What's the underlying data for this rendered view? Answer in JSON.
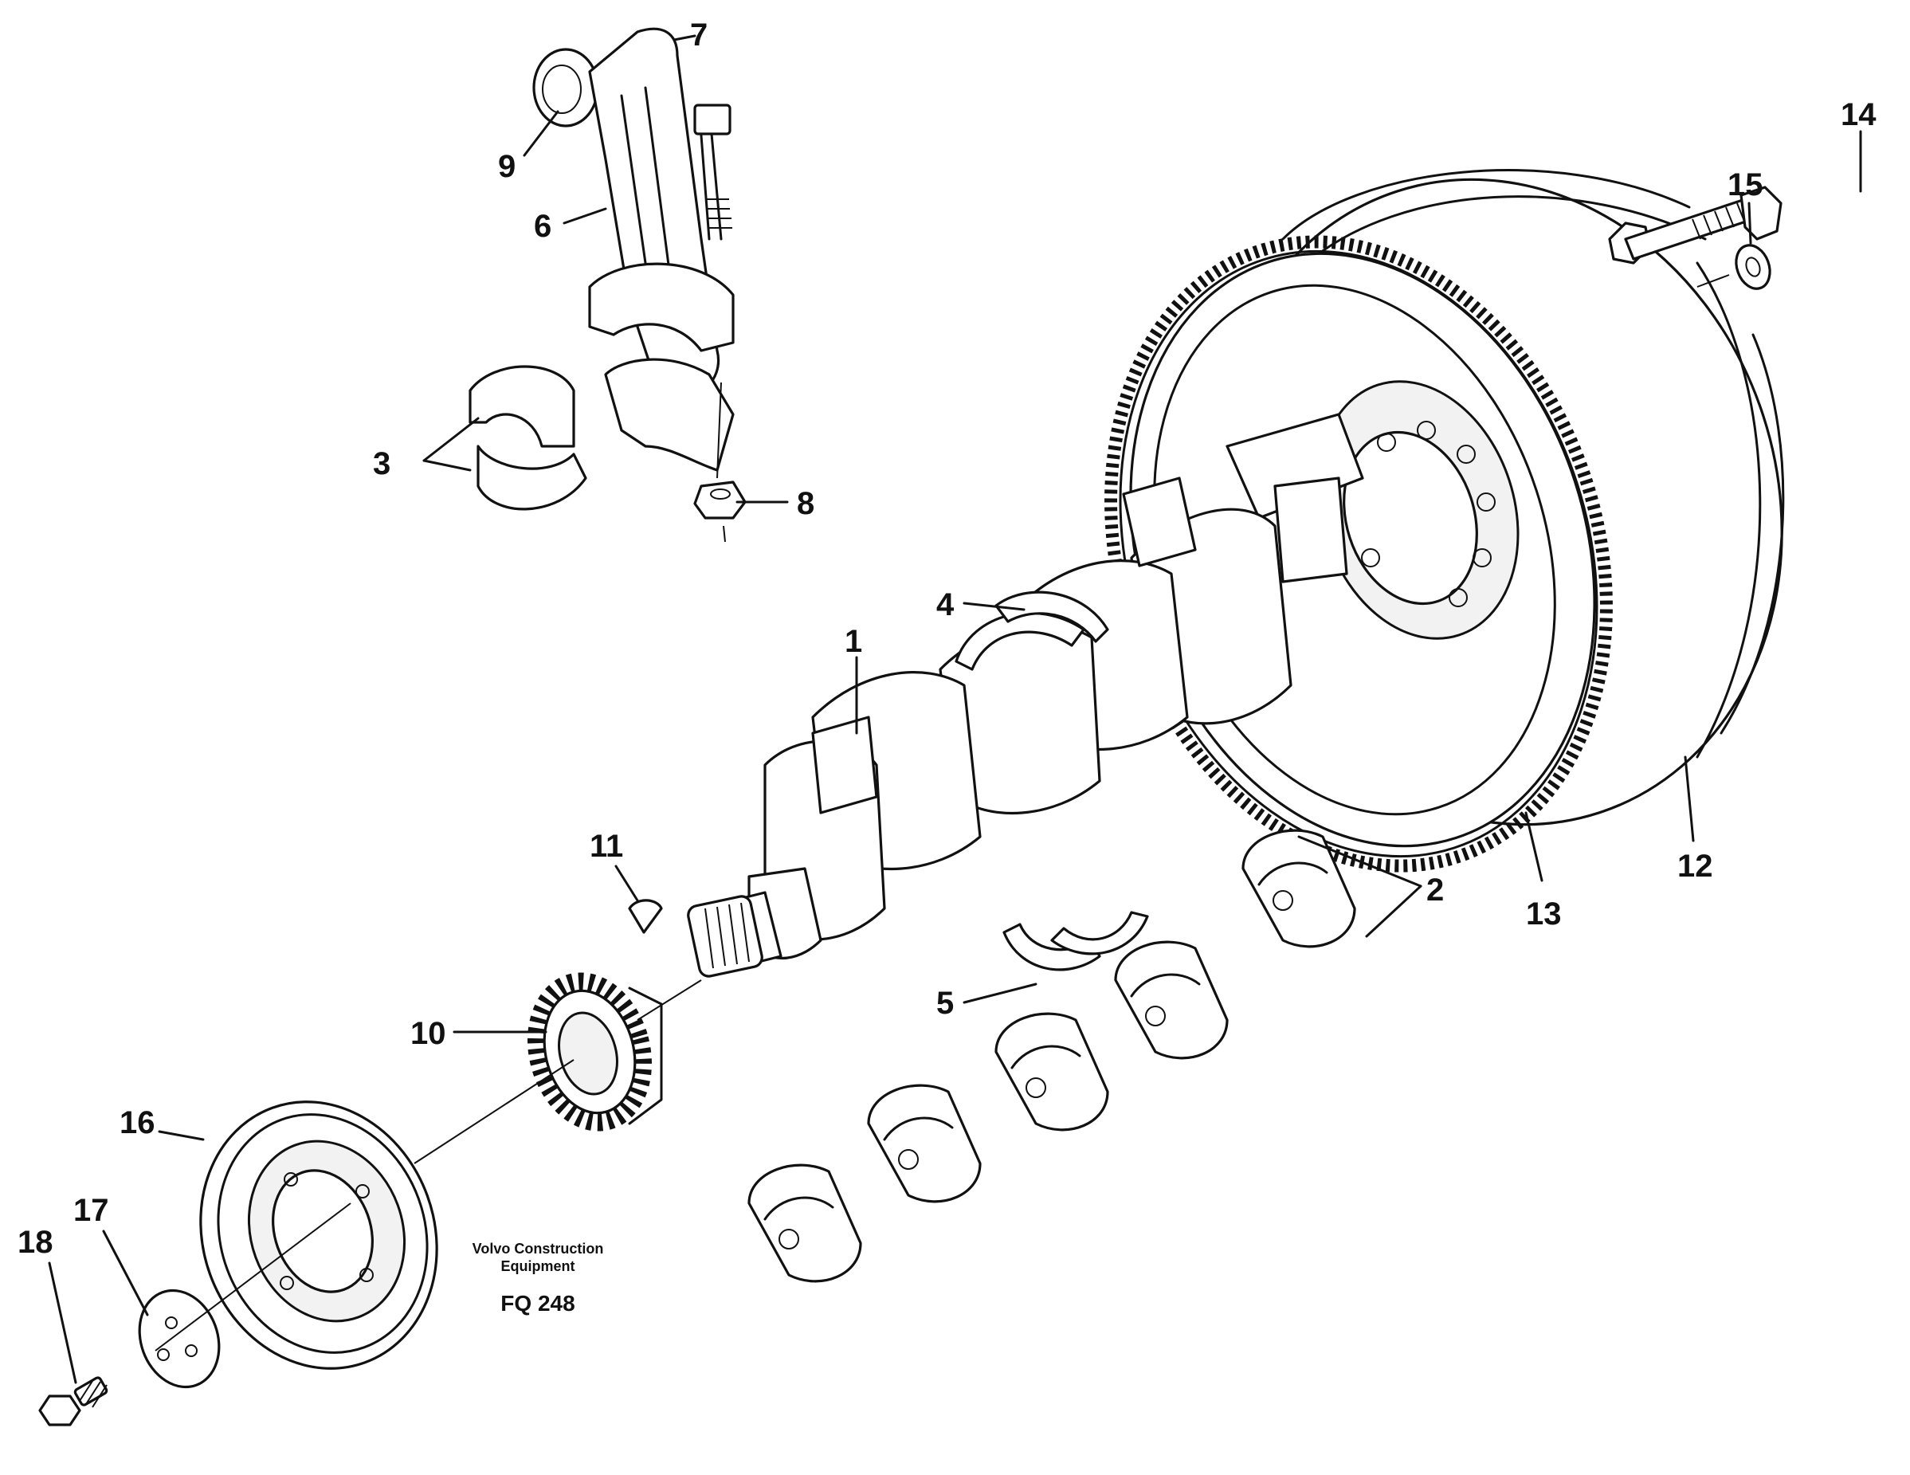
{
  "callouts": {
    "c1": "1",
    "c2": "2",
    "c3": "3",
    "c4": "4",
    "c5": "5",
    "c6": "6",
    "c7": "7",
    "c8": "8",
    "c9": "9",
    "c10": "10",
    "c11": "11",
    "c12": "12",
    "c13": "13",
    "c14": "14",
    "c15": "15",
    "c16": "16",
    "c17": "17",
    "c18": "18"
  },
  "caption": {
    "brand_line1": "Volvo Construction",
    "brand_line2": "Equipment",
    "figure_code": "FQ 248"
  }
}
